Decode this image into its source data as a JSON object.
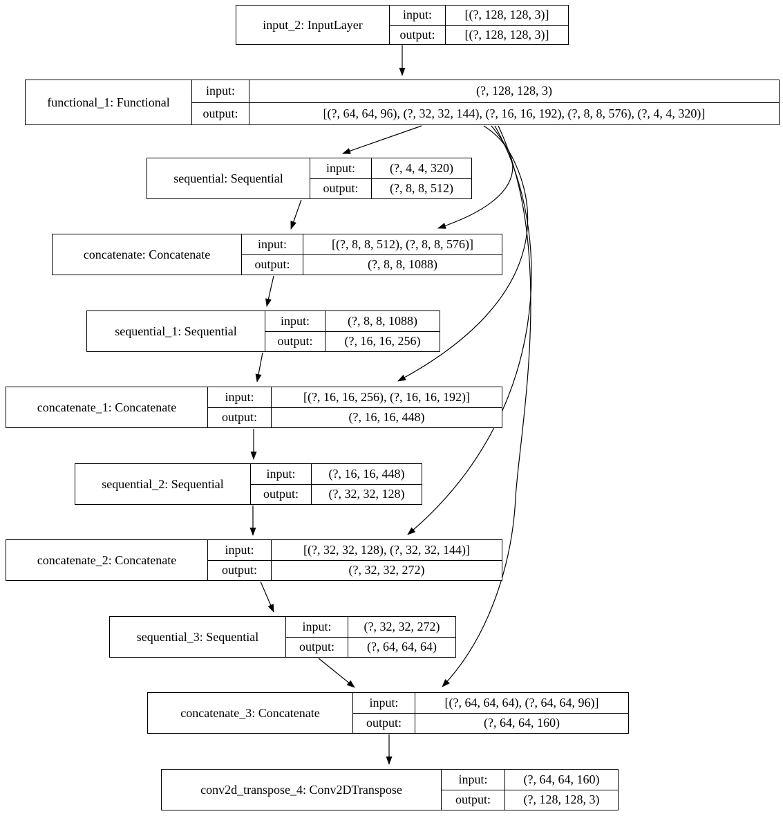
{
  "labels": {
    "input": "input:",
    "output": "output:"
  },
  "colors": {
    "line": "#000000",
    "node_border": "#000000",
    "node_fill": "#ffffff",
    "text": "#000000"
  },
  "nodes": [
    {
      "id": "input_2",
      "name": "input_2: InputLayer",
      "input": "[(?, 128, 128, 3)]",
      "output": "[(?, 128, 128, 3)]"
    },
    {
      "id": "functional_1",
      "name": "functional_1: Functional",
      "input": "(?, 128, 128, 3)",
      "output": "[(?, 64, 64, 96), (?, 32, 32, 144), (?, 16, 16, 192), (?, 8, 8, 576), (?, 4, 4, 320)]"
    },
    {
      "id": "sequential",
      "name": "sequential: Sequential",
      "input": "(?, 4, 4, 320)",
      "output": "(?, 8, 8, 512)"
    },
    {
      "id": "concatenate",
      "name": "concatenate: Concatenate",
      "input": "[(?, 8, 8, 512), (?, 8, 8, 576)]",
      "output": "(?, 8, 8, 1088)"
    },
    {
      "id": "sequential_1",
      "name": "sequential_1: Sequential",
      "input": "(?, 8, 8, 1088)",
      "output": "(?, 16, 16, 256)"
    },
    {
      "id": "concatenate_1",
      "name": "concatenate_1: Concatenate",
      "input": "[(?, 16, 16, 256), (?, 16, 16, 192)]",
      "output": "(?, 16, 16, 448)"
    },
    {
      "id": "sequential_2",
      "name": "sequential_2: Sequential",
      "input": "(?, 16, 16, 448)",
      "output": "(?, 32, 32, 128)"
    },
    {
      "id": "concatenate_2",
      "name": "concatenate_2: Concatenate",
      "input": "[(?, 32, 32, 128), (?, 32, 32, 144)]",
      "output": "(?, 32, 32, 272)"
    },
    {
      "id": "sequential_3",
      "name": "sequential_3: Sequential",
      "input": "(?, 32, 32, 272)",
      "output": "(?, 64, 64, 64)"
    },
    {
      "id": "concatenate_3",
      "name": "concatenate_3: Concatenate",
      "input": "[(?, 64, 64, 64), (?, 64, 64, 96)]",
      "output": "(?, 64, 64, 160)"
    },
    {
      "id": "conv2d_transpose_4",
      "name": "conv2d_transpose_4: Conv2DTranspose",
      "input": "(?, 64, 64, 160)",
      "output": "(?, 128, 128, 3)"
    }
  ],
  "edges": [
    {
      "from": "input_2",
      "to": "functional_1"
    },
    {
      "from": "functional_1",
      "to": "sequential"
    },
    {
      "from": "functional_1",
      "to": "concatenate"
    },
    {
      "from": "functional_1",
      "to": "concatenate_1"
    },
    {
      "from": "functional_1",
      "to": "concatenate_2"
    },
    {
      "from": "functional_1",
      "to": "concatenate_3"
    },
    {
      "from": "sequential",
      "to": "concatenate"
    },
    {
      "from": "concatenate",
      "to": "sequential_1"
    },
    {
      "from": "sequential_1",
      "to": "concatenate_1"
    },
    {
      "from": "concatenate_1",
      "to": "sequential_2"
    },
    {
      "from": "sequential_2",
      "to": "concatenate_2"
    },
    {
      "from": "concatenate_2",
      "to": "sequential_3"
    },
    {
      "from": "sequential_3",
      "to": "concatenate_3"
    },
    {
      "from": "concatenate_3",
      "to": "conv2d_transpose_4"
    }
  ]
}
